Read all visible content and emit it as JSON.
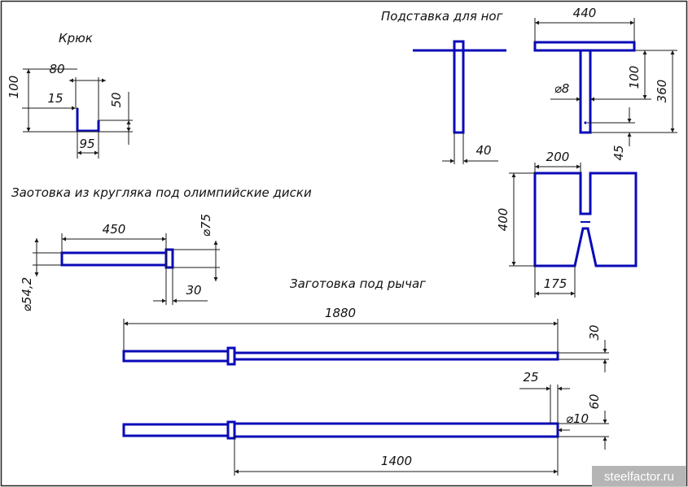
{
  "parts": {
    "hook": {
      "title": "Крюк",
      "dims": {
        "height": "100",
        "width": "80",
        "depth": "50",
        "offset": "15",
        "base": "95"
      }
    },
    "olympic_sleeve": {
      "title": "Заотовка из кругляка под олимпийские диски",
      "dims": {
        "length": "450",
        "collar_dia": "⌀75",
        "collar_width": "30",
        "bar_dia": "⌀54,2"
      }
    },
    "foot_rest": {
      "title": "Подставка для ног",
      "dims": {
        "width": "440",
        "pipe_dia": "⌀8",
        "stem": "100",
        "height": "360",
        "hole_offset": "45",
        "post": "40",
        "plate_width": "200",
        "plate_height": "400",
        "cut_width": "175"
      }
    },
    "lever_blank": {
      "title": "Заготовка под рычаг",
      "dims": {
        "total_length": "1880",
        "thickness": "30",
        "notch": "25",
        "height": "60",
        "hole_dia": "⌀10",
        "long_section": "1400"
      }
    }
  },
  "watermark": "steelfactor.ru",
  "colors": {
    "part_stroke": "#0a0ab8",
    "dim_line": "#1a1a1a",
    "frame": "#222222",
    "watermark_bg": "#b5b5b5"
  }
}
